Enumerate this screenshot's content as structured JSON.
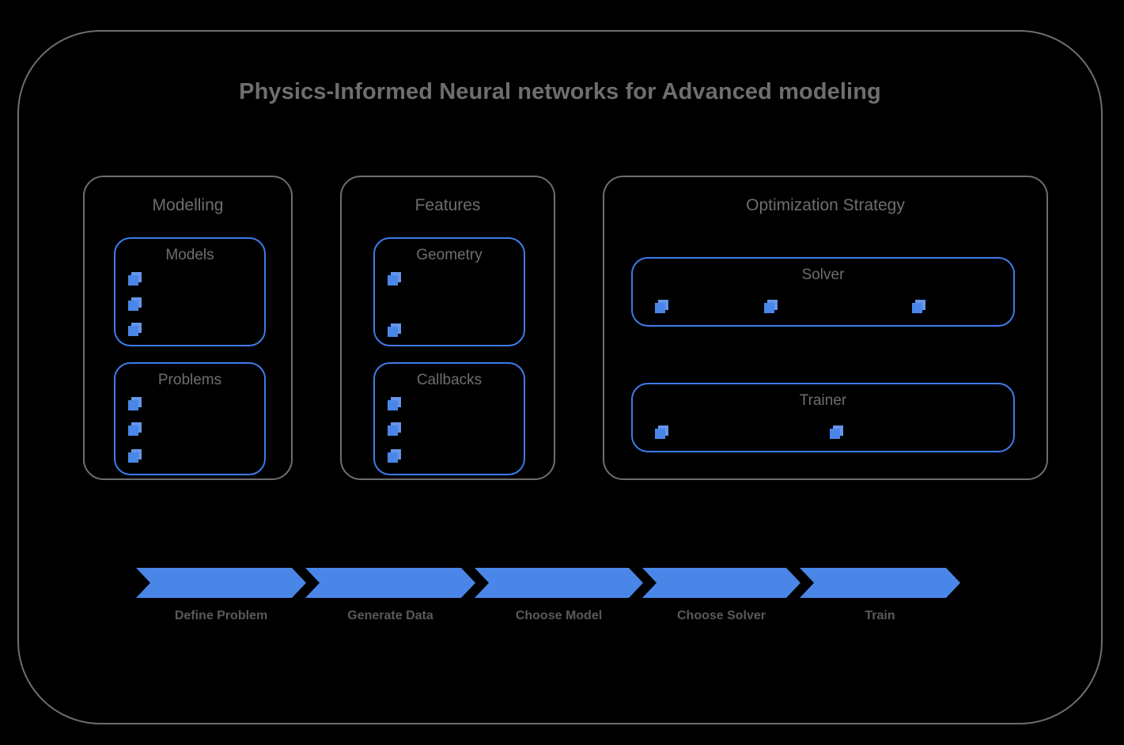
{
  "theme": {
    "background": "#000000",
    "frame_stroke": "#6e6e6e",
    "accent_blue": "#4a86e8",
    "sub_box_stroke": "#3d7ce8",
    "title_color": "#6e6e6e",
    "label_color": "#5a5a5a"
  },
  "header": {
    "title": "Physics-Informed Neural networks for Advanced modeling"
  },
  "groups": [
    {
      "id": "modelling",
      "label": "Modelling",
      "boxes": [
        {
          "id": "models",
          "label": "Models",
          "markers": 3
        },
        {
          "id": "problems",
          "label": "Problems",
          "markers": 3
        }
      ]
    },
    {
      "id": "features",
      "label": "Features",
      "boxes": [
        {
          "id": "geometry",
          "label": "Geometry",
          "markers": 2
        },
        {
          "id": "callbacks",
          "label": "Callbacks",
          "markers": 3
        }
      ]
    },
    {
      "id": "optimization-strategy",
      "label": "Optimization Strategy",
      "boxes": [
        {
          "id": "solver",
          "label": "Solver",
          "markers": 3
        },
        {
          "id": "trainer",
          "label": "Trainer",
          "markers": 2
        }
      ]
    }
  ],
  "workflow": {
    "steps": [
      {
        "label": "Define Problem"
      },
      {
        "label": "Generate Data"
      },
      {
        "label": "Choose Model"
      },
      {
        "label": "Choose Solver"
      },
      {
        "label": "Train"
      }
    ]
  },
  "icons": {
    "marker": "layers-icon"
  }
}
